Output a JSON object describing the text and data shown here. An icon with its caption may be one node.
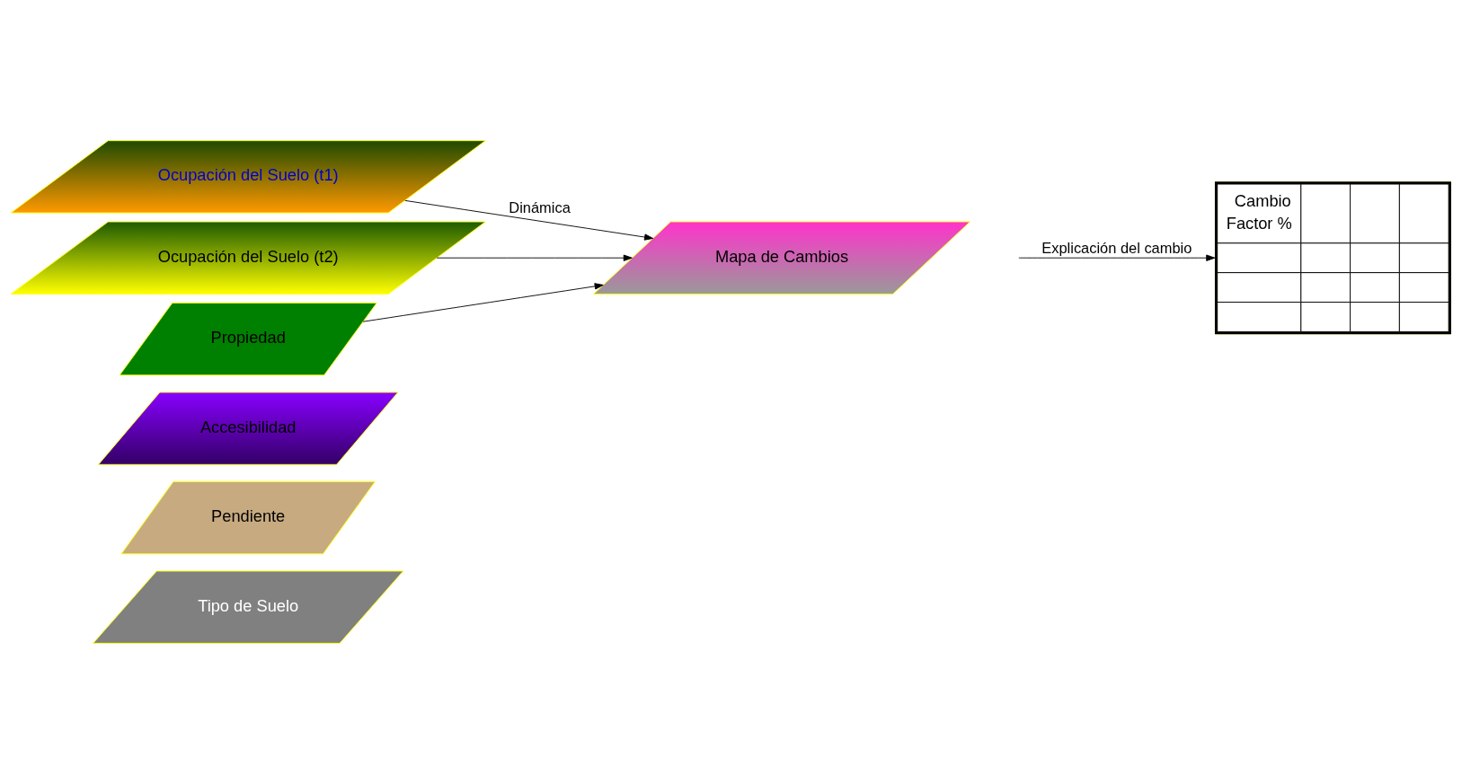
{
  "diagram": {
    "nodes": [
      {
        "text": [
          "Ocupación del Suelo (t1)"
        ]
      },
      {
        "text": [
          "Ocupación del Suelo (t2)"
        ]
      },
      {
        "text": [
          "Mapa de Cambios"
        ]
      },
      {
        "text": [
          "Cambio",
          "Factor %"
        ]
      },
      {
        "text": [
          "Propiedad"
        ]
      },
      {
        "text": [
          "Accesibilidad"
        ]
      },
      {
        "text": [
          "Pendiente"
        ]
      },
      {
        "text": [
          "Tipo de Suelo"
        ]
      }
    ],
    "edges": [
      {
        "from": 0,
        "to": 2,
        "arrow": "to",
        "label": "Dinámica"
      },
      {
        "from": 1,
        "to": 2,
        "arrow": "to"
      },
      {
        "from": 4,
        "to": 2,
        "arrow": "to"
      },
      {
        "from": null,
        "to": 3,
        "arrow": "to",
        "label": "Explicación del cambio"
      }
    ]
  }
}
